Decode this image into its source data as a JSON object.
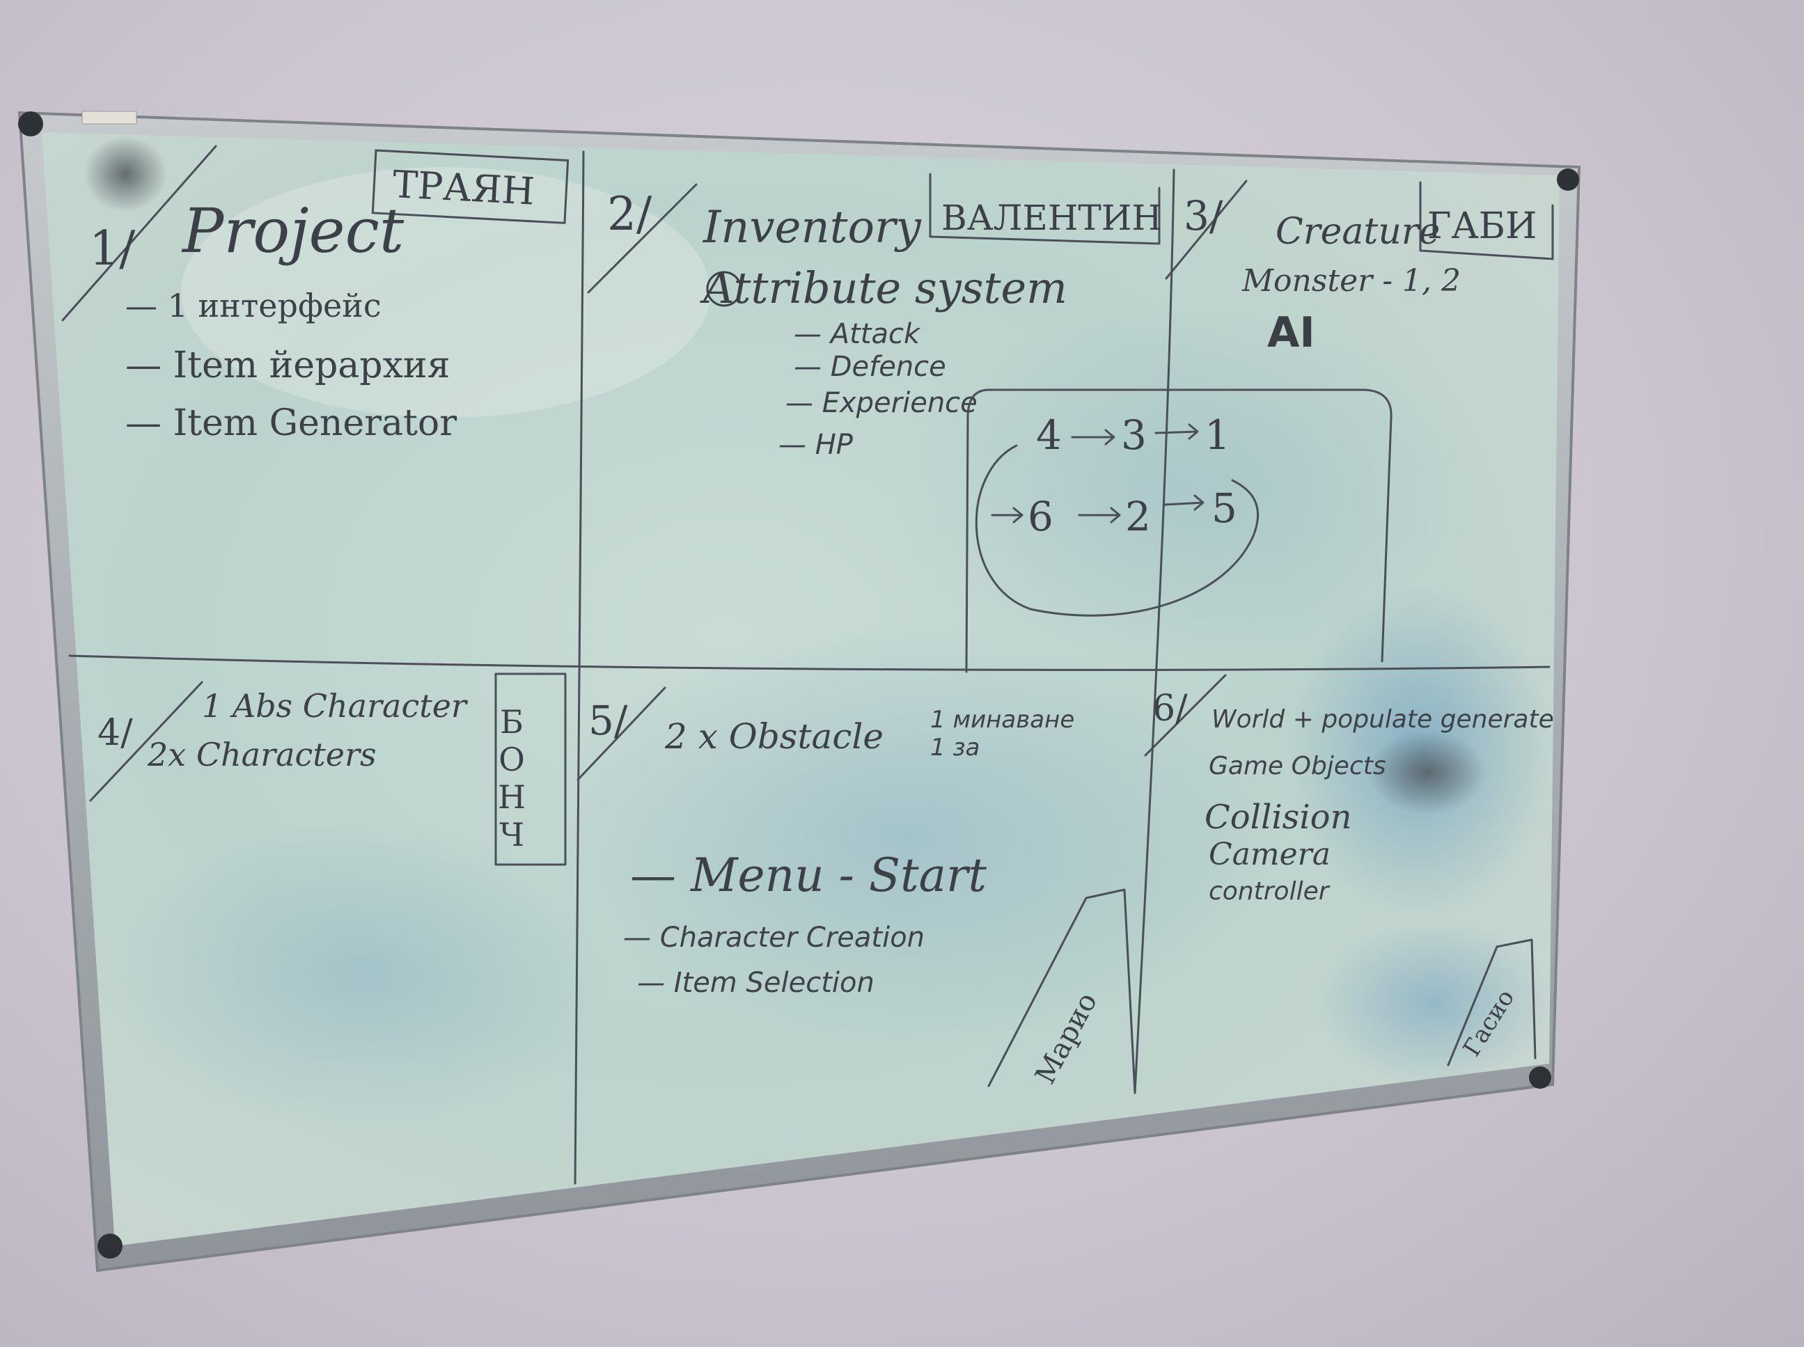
{
  "cells": [
    {
      "number": "1/",
      "tag": "ТРАЯН",
      "title": "Project",
      "items": [
        "— 1 интерфейс",
        "— Item йерархия",
        "— Item Generator"
      ]
    },
    {
      "number": "2/",
      "tag": "ВАЛЕНТИН",
      "title": "Inventory",
      "subtitle": "Attribute system",
      "items": [
        "— Attack",
        "— Defence",
        "— Experience",
        "— HP"
      ]
    },
    {
      "number": "3/",
      "tag": "ГАБИ",
      "title": "Creature",
      "line2": "Monster - 1, 2",
      "line3": "AI",
      "flow": {
        "row1": [
          "4",
          "3",
          "1"
        ],
        "row2": [
          "6",
          "2",
          "5"
        ]
      }
    },
    {
      "number": "4/",
      "tag": "БОНЧ",
      "items": [
        "1 Abs Character",
        "2x Characters"
      ]
    },
    {
      "number": "5/",
      "title": "2 x Obstacle",
      "notes": [
        "1 минаване",
        "1 за"
      ],
      "items": [
        "— Menu - Start",
        "— Character Creation",
        "— Item Selection"
      ],
      "corner_tag": "Марио"
    },
    {
      "number": "6/",
      "title": "World + populate generate",
      "items": [
        "Game Objects",
        "Collision",
        "Camera",
        "controller"
      ],
      "corner_tag": "Гасио"
    }
  ],
  "colors": {
    "wall": "#cbc6d0",
    "board": "#d4ded8",
    "frame": "#a9aeb3",
    "marker": "#3c4148",
    "smudge_blue": "#7fa9c0"
  }
}
